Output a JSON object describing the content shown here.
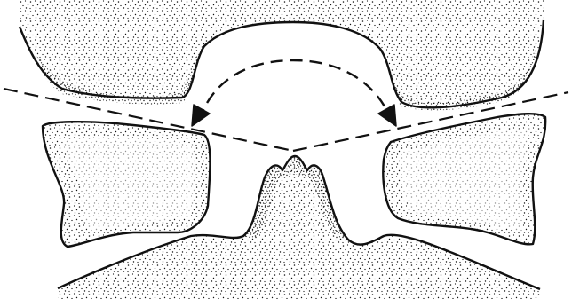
{
  "figure": {
    "style": "stippled line drawing",
    "ink_color": "#111111",
    "paper_color": "#ffffff",
    "parts": [
      "upper-structure",
      "upper-notch",
      "left-block",
      "right-block",
      "lower-structure",
      "central-peak",
      "dashed-reference-line",
      "dashed-curved-arrow"
    ]
  }
}
